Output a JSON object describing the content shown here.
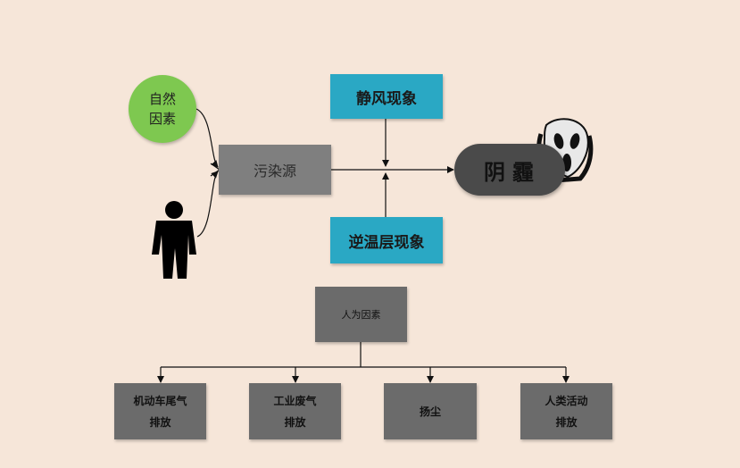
{
  "nodes": {
    "natural": {
      "line1": "自然",
      "line2": "因素"
    },
    "source": {
      "label": "污染源"
    },
    "calm_wind": {
      "label": "静风现象"
    },
    "inversion": {
      "label": "逆温层现象"
    },
    "haze": {
      "label": "阴霾"
    },
    "human": {
      "label": "人为因素"
    },
    "leaves": [
      {
        "line1": "机动车尾气",
        "line2": "排放"
      },
      {
        "line1": "工业废气",
        "line2": "排放"
      },
      {
        "line1": "扬尘",
        "line2": ""
      },
      {
        "line1": "人类活动",
        "line2": "排放"
      }
    ]
  },
  "icons": {
    "person": "person-silhouette-icon",
    "mask": "scream-mask-icon"
  },
  "colors": {
    "background": "#f6e6d9",
    "natural": "#7ec850",
    "blue": "#2aa8c4",
    "gray": "#7f7f7f",
    "dark": "#4a4a4a"
  }
}
